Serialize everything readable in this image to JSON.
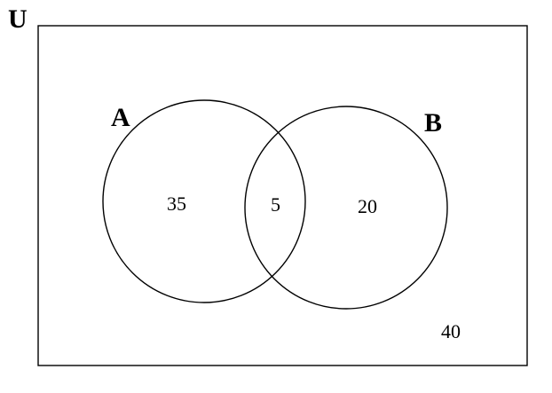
{
  "universe": {
    "label": "U"
  },
  "sets": {
    "a": {
      "label": "A"
    },
    "b": {
      "label": "B"
    }
  },
  "regions": {
    "a_only": "35",
    "a_and_b": "5",
    "b_only": "20",
    "outside": "40"
  },
  "colors": {
    "stroke": "#000000",
    "background": "#ffffff"
  }
}
